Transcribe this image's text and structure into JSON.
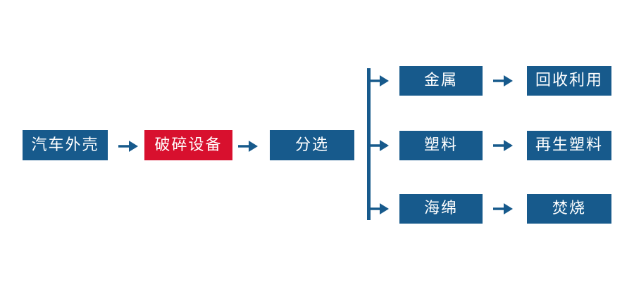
{
  "colors": {
    "primary_blue": "#175A8C",
    "accent_red": "#D8102E",
    "background": "#FFFFFF",
    "node_text": "#FFFFFF"
  },
  "flow": {
    "main_nodes": [
      {
        "label": "汽车外壳",
        "variant": "blue"
      },
      {
        "label": "破碎设备",
        "variant": "red"
      },
      {
        "label": "分选",
        "variant": "blue"
      }
    ],
    "branches": [
      {
        "material": "金属",
        "outcome": "回收利用"
      },
      {
        "material": "塑料",
        "outcome": "再生塑料"
      },
      {
        "material": "海绵",
        "outcome": "焚烧"
      }
    ]
  }
}
